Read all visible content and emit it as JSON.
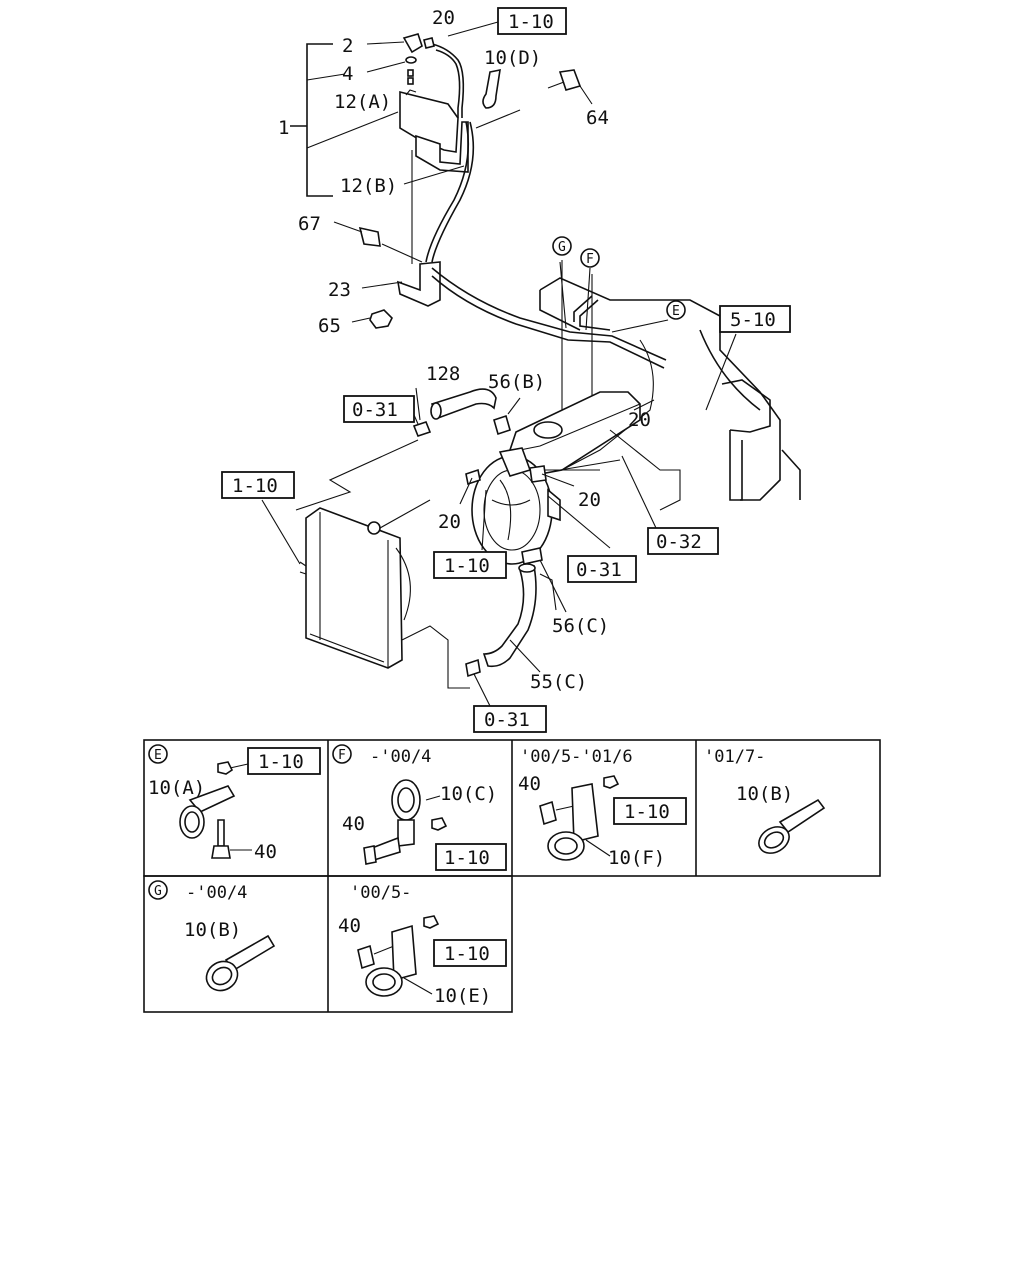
{
  "main_labels": {
    "l1": "1",
    "l2": "2",
    "l4": "4",
    "l12a": "12(A)",
    "l12b": "12(B)",
    "l20_top": "20",
    "l10d": "10(D)",
    "l64": "64",
    "l67": "67",
    "l23": "23",
    "l65": "65",
    "l128": "128",
    "l56b": "56(B)",
    "l20_right1": "20",
    "l20_right2": "20",
    "l20_left": "20",
    "l56c": "56(C)",
    "l55c": "55(C)"
  },
  "ref_boxes": {
    "top_1_10": "1-10",
    "r_5_10": "5-10",
    "l_0_31": "0-31",
    "l_1_10": "1-10",
    "m_1_10": "1-10",
    "m_0_31": "0-31",
    "r_0_32": "0-32",
    "b_0_31": "0-31"
  },
  "callouts": {
    "g": "G",
    "f": "F",
    "e": "E"
  },
  "detail_panels": {
    "e": {
      "circle": "E",
      "ref": "1-10",
      "lbl_10a": "10(A)",
      "lbl_40": "40"
    },
    "f1": {
      "circle": "F",
      "title": "-'00/4",
      "lbl_10c": "10(C)",
      "lbl_40": "40",
      "ref": "1-10"
    },
    "f2": {
      "title": "'00/5-'01/6",
      "lbl_40": "40",
      "ref": "1-10",
      "lbl_10f": "10(F)"
    },
    "f3": {
      "title": "'01/7-",
      "lbl_10b": "10(B)"
    },
    "g1": {
      "circle": "G",
      "title": "-'00/4",
      "lbl_10b": "10(B)"
    },
    "g2": {
      "title": "'00/5-",
      "lbl_40": "40",
      "ref": "1-10",
      "lbl_10e": "10(E)"
    }
  }
}
